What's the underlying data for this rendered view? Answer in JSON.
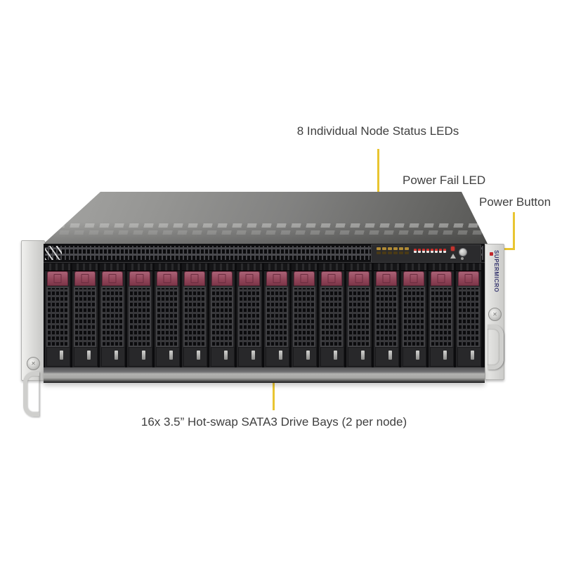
{
  "image_type": "annotated-product-photo",
  "annotations": {
    "line_color": "#e9c531",
    "text_color": "#3f3f3f",
    "labels": {
      "node_leds": "8 Individual Node Status LEDs",
      "power_fail": "Power Fail LED",
      "power_button": "Power Button",
      "drive_bays": "16x 3.5” Hot-swap SATA3 Drive Bays (2 per node)"
    }
  },
  "server": {
    "brand": "SUPERMICRO",
    "drive_bays": {
      "count": 16
    },
    "node_status_leds": {
      "count": 8
    },
    "vent_led_block": {
      "rows": 2,
      "cols": 6
    },
    "colors": {
      "annotation_yellow": "#e9c531",
      "tray_latch_maroon": "#93465a",
      "power_fail_led_red": "#c5342e",
      "chassis_top_gray": "#8a8a88",
      "rack_ear_silver": "#dcdcda",
      "brand_navy": "#3a3a72",
      "brand_red": "#c0272d"
    }
  }
}
